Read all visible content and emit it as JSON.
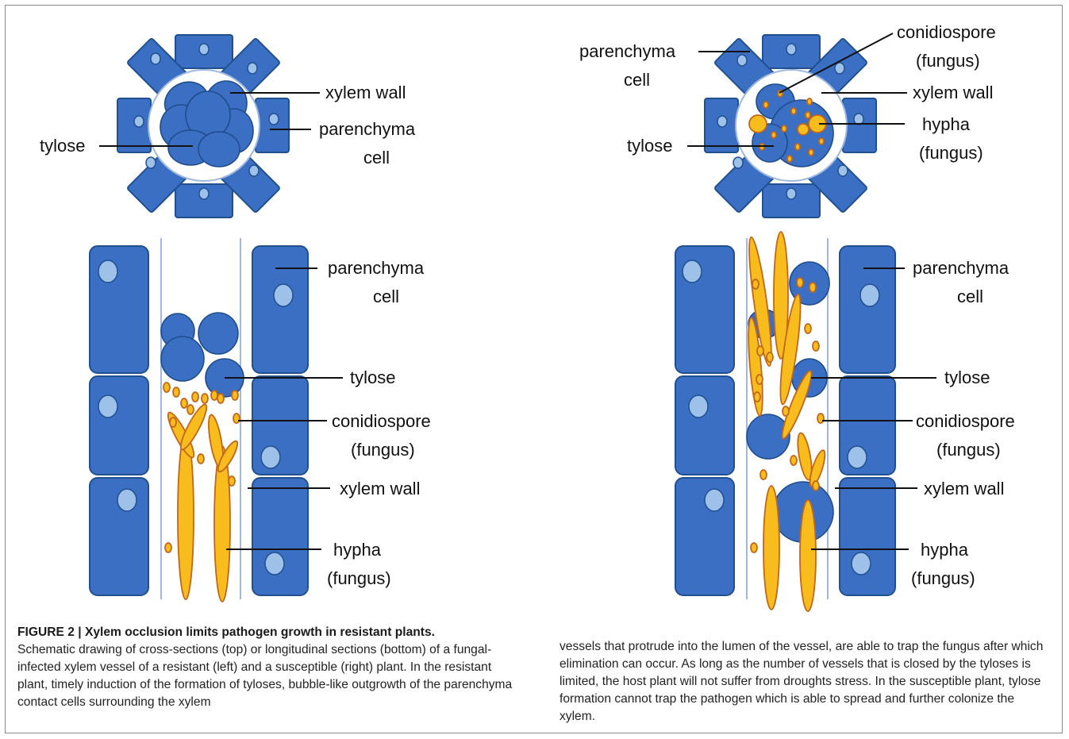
{
  "labels": {
    "left": {
      "xylem_wall_top": "xylem wall",
      "parenchyma_top_1": "parenchyma",
      "parenchyma_top_2": "cell",
      "tylose_top": "tylose",
      "parenchyma_bottom_1": "parenchyma",
      "parenchyma_bottom_2": "cell",
      "tylose_bottom": "tylose",
      "conidiospore_1": "conidiospore",
      "conidiospore_2": "(fungus)",
      "xylem_wall_bottom": "xylem wall",
      "hypha_1": "hypha",
      "hypha_2": "(fungus)"
    },
    "right": {
      "parenchyma_top_1": "parenchyma",
      "parenchyma_top_2": "cell",
      "conidiospore_top_1": "conidiospore",
      "conidiospore_top_2": "(fungus)",
      "xylem_wall_top": "xylem wall",
      "hypha_top_1": "hypha",
      "hypha_top_2": "(fungus)",
      "tylose_top": "tylose",
      "parenchyma_bottom_1": "parenchyma",
      "parenchyma_bottom_2": "cell",
      "tylose_bottom": "tylose",
      "conidiospore_1": "conidiospore",
      "conidiospore_2": "(fungus)",
      "xylem_wall_bottom": "xylem wall",
      "hypha_1": "hypha",
      "hypha_2": "(fungus)"
    }
  },
  "caption": {
    "heading": "FIGURE 2 | Xylem occlusion limits pathogen growth in resistant plants.",
    "left_text": "Schematic drawing of cross-sections (top) or longitudinal sections (bottom) of a fungal-infected xylem vessel of a resistant (left) and a susceptible (right) plant. In the resistant plant, timely induction of the formation of tyloses, bubble-like outgrowth of the parenchyma contact cells surrounding the xylem",
    "right_text": "vessels that protrude into the lumen of the vessel, are able to trap the fungus after which elimination can occur. As long as the number of vessels that is closed by the tyloses is limited, the host plant will not suffer from droughts stress. In the susceptible plant, tylose formation cannot trap the pathogen which is able to spread and further colonize the xylem."
  },
  "colors": {
    "cell_blue": "#3a6fc4",
    "nucleus": "#9ec1ea",
    "fungus_yellow": "#f8bd1d",
    "fungus_outline": "#c2661a",
    "wall_line": "#9fb8de"
  }
}
